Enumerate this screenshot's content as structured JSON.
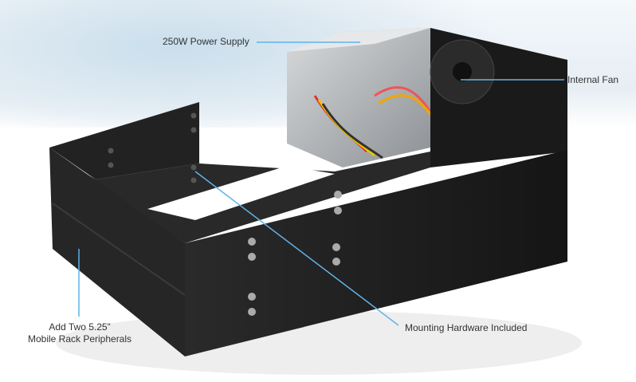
{
  "callouts": {
    "power_supply": "250W Power Supply",
    "internal_fan": "Internal Fan",
    "mounting_hardware": "Mounting Hardware Included",
    "peripherals_line1": "Add Two 5.25”",
    "peripherals_line2": "Mobile Rack Peripherals"
  },
  "colors": {
    "callout_line": "#5fb4e8",
    "enclosure": "#1c1c1c"
  }
}
